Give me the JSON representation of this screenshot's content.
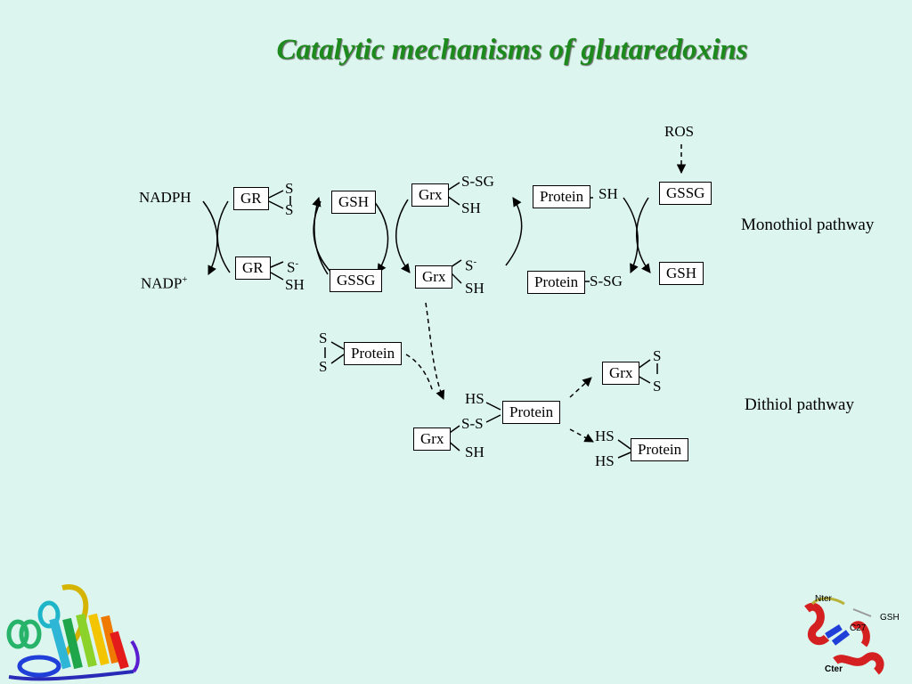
{
  "title": "Catalytic mechanisms of glutaredoxins",
  "monothiol_label": "Monothiol pathway",
  "dithiol_label": "Dithiol pathway",
  "labels": {
    "ros": "ROS",
    "nadph": "NADPH",
    "nadp": "NADP",
    "nadp_sup": "+",
    "gr_top": "GR",
    "gr_bottom": "GR",
    "gsh_top": "GSH",
    "gssg_bottom": "GSSG",
    "grx_top": "Grx",
    "grx_bottom": "Grx",
    "protein_top": "Protein",
    "protein_bottom": "Protein",
    "gssg_right": "GSSG",
    "gsh_right": "GSH",
    "s": "S",
    "s_minus": "S",
    "minus": "-",
    "sh": "SH",
    "ssg": "S-SG",
    "protein_disulfide": "Protein",
    "protein_mixed": "Protein",
    "grx_mixed": "Grx",
    "hs": "HS",
    "ss": "S-S",
    "grx_oxidized": "Grx",
    "protein_reduced": "Protein",
    "mini_nter": "Nter",
    "mini_gsh": "GSH",
    "mini_c27": "C27",
    "mini_cter": "Cter"
  },
  "colors": {
    "title": "#1d8a1d",
    "background": "#dcf5ee"
  }
}
